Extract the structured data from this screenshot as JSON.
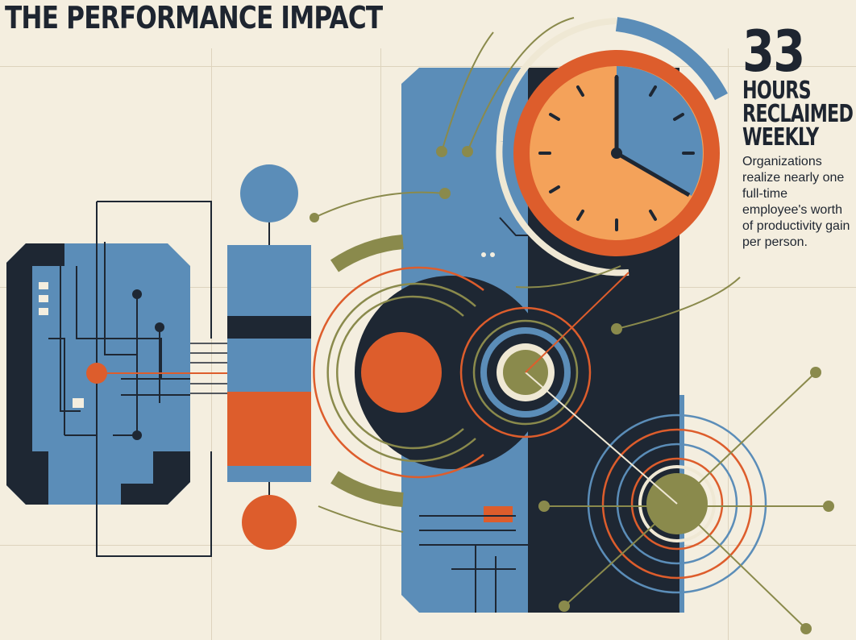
{
  "header": {
    "title": "THE PERFORMANCE IMPACT"
  },
  "stat": {
    "number": "33",
    "label_lines": [
      "HOURS",
      "RECLAIMED",
      "WEEKLY"
    ],
    "description": "Organizations realize nearly one full-time employee's worth of productivity gain per person."
  },
  "palette": {
    "background": "#f4eedf",
    "blue": "#5b8db8",
    "navy": "#1e2733",
    "orange": "#dd5d2c",
    "peach": "#f4a25a",
    "olive": "#8a8a4c",
    "cream": "#efe8d4"
  }
}
